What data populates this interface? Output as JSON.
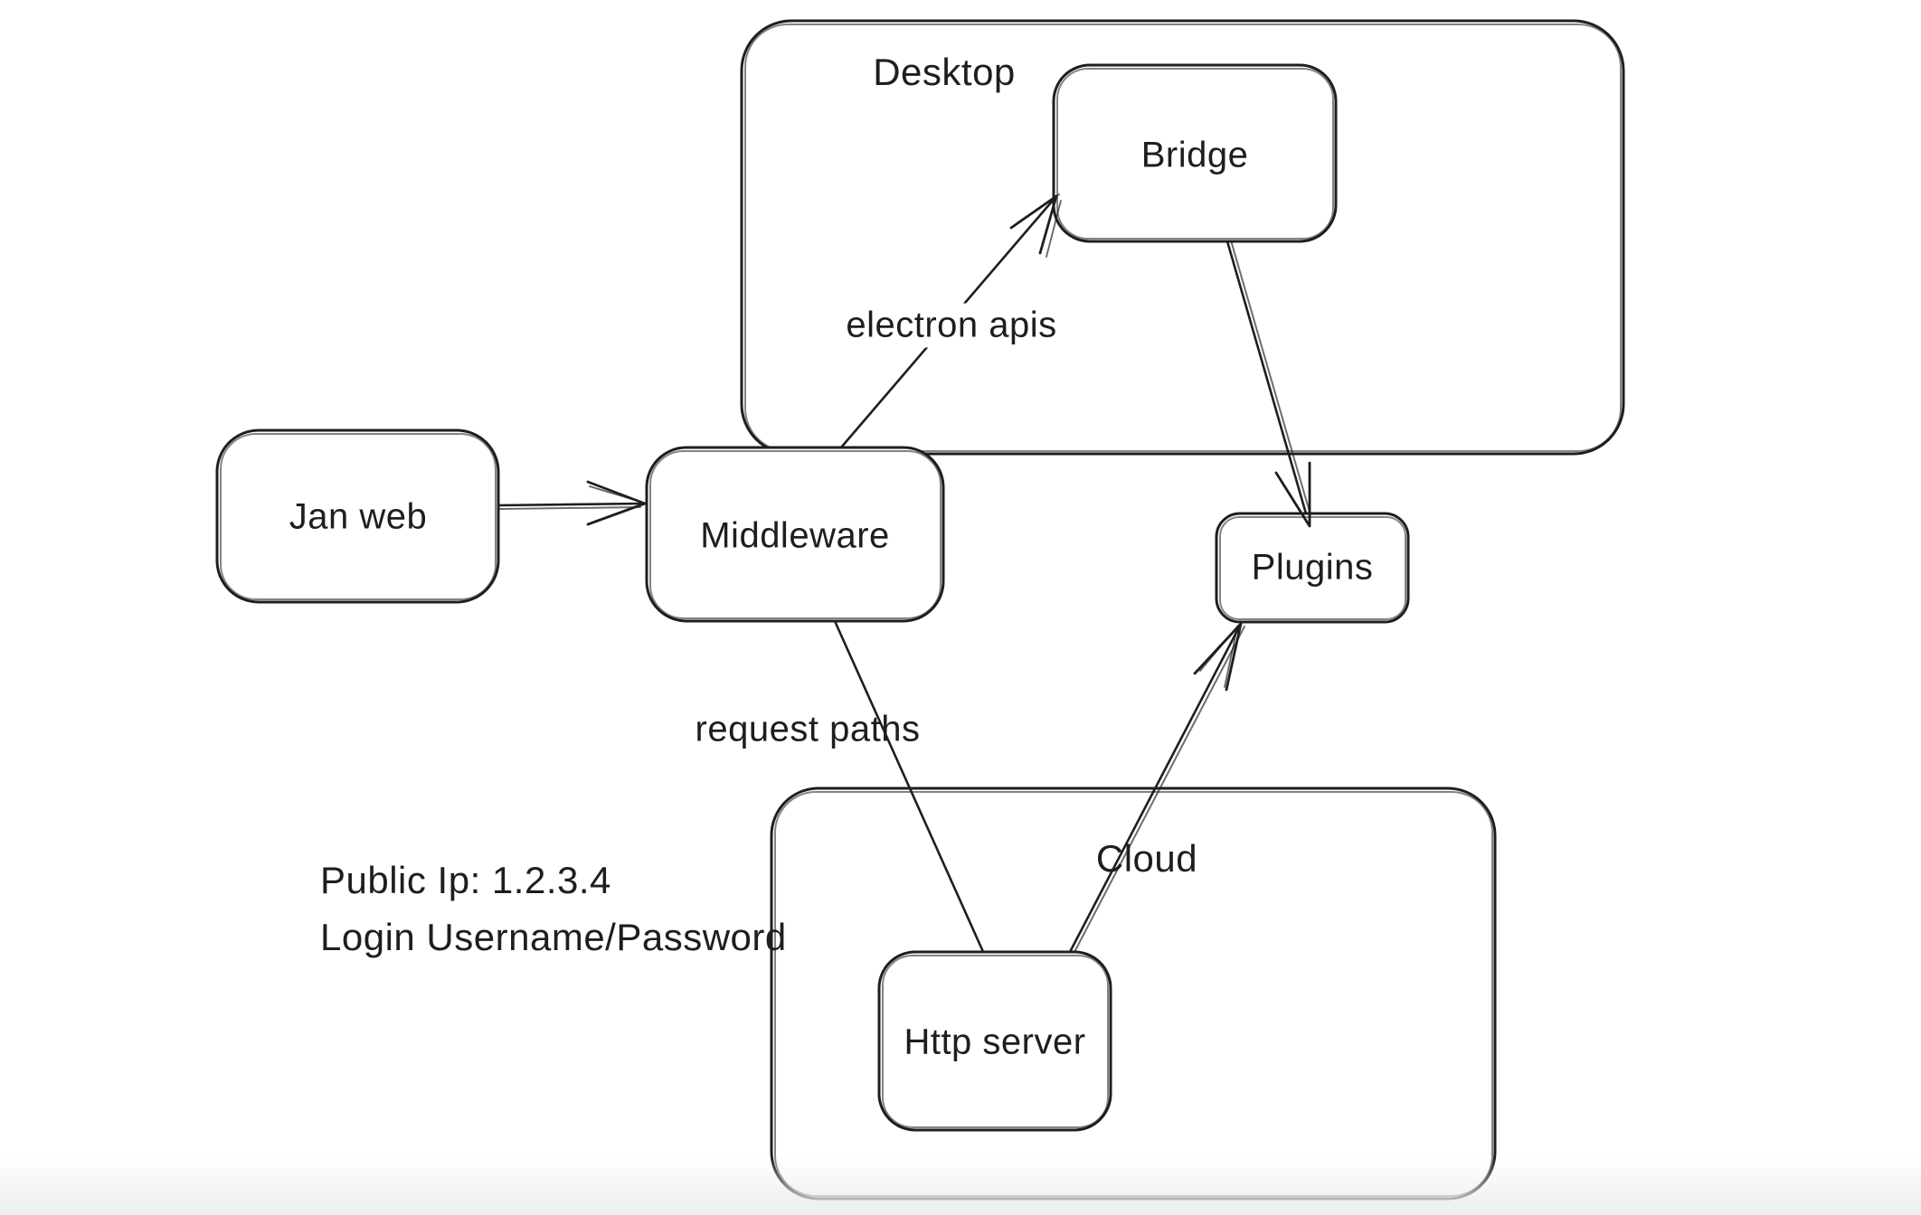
{
  "app": {
    "description": "Hand-drawn whiteboard architecture diagram"
  },
  "colors": {
    "stroke": "#1e1e1e",
    "background": "#ffffff",
    "bottom_fade": "#ecedef"
  },
  "diagram": {
    "containers": [
      {
        "id": "desktop",
        "label": "Desktop"
      },
      {
        "id": "cloud",
        "label": "Cloud"
      }
    ],
    "nodes": [
      {
        "id": "jan-web",
        "label": "Jan web"
      },
      {
        "id": "middleware",
        "label": "Middleware"
      },
      {
        "id": "bridge",
        "label": "Bridge"
      },
      {
        "id": "plugins",
        "label": "Plugins"
      },
      {
        "id": "http-server",
        "label": "Http server"
      }
    ],
    "edges": [
      {
        "from": "jan-web",
        "to": "middleware",
        "label": "",
        "arrow": true
      },
      {
        "from": "middleware",
        "to": "bridge",
        "label": "electron apis",
        "arrow": true
      },
      {
        "from": "bridge",
        "to": "plugins",
        "label": "",
        "arrow": true
      },
      {
        "from": "middleware",
        "to": "http-server",
        "label": "request paths",
        "arrow": false
      },
      {
        "from": "http-server",
        "to": "plugins",
        "label": "",
        "arrow": true
      }
    ],
    "notes": {
      "line1": "Public Ip: 1.2.3.4",
      "line2": "Login Username/Password"
    }
  }
}
